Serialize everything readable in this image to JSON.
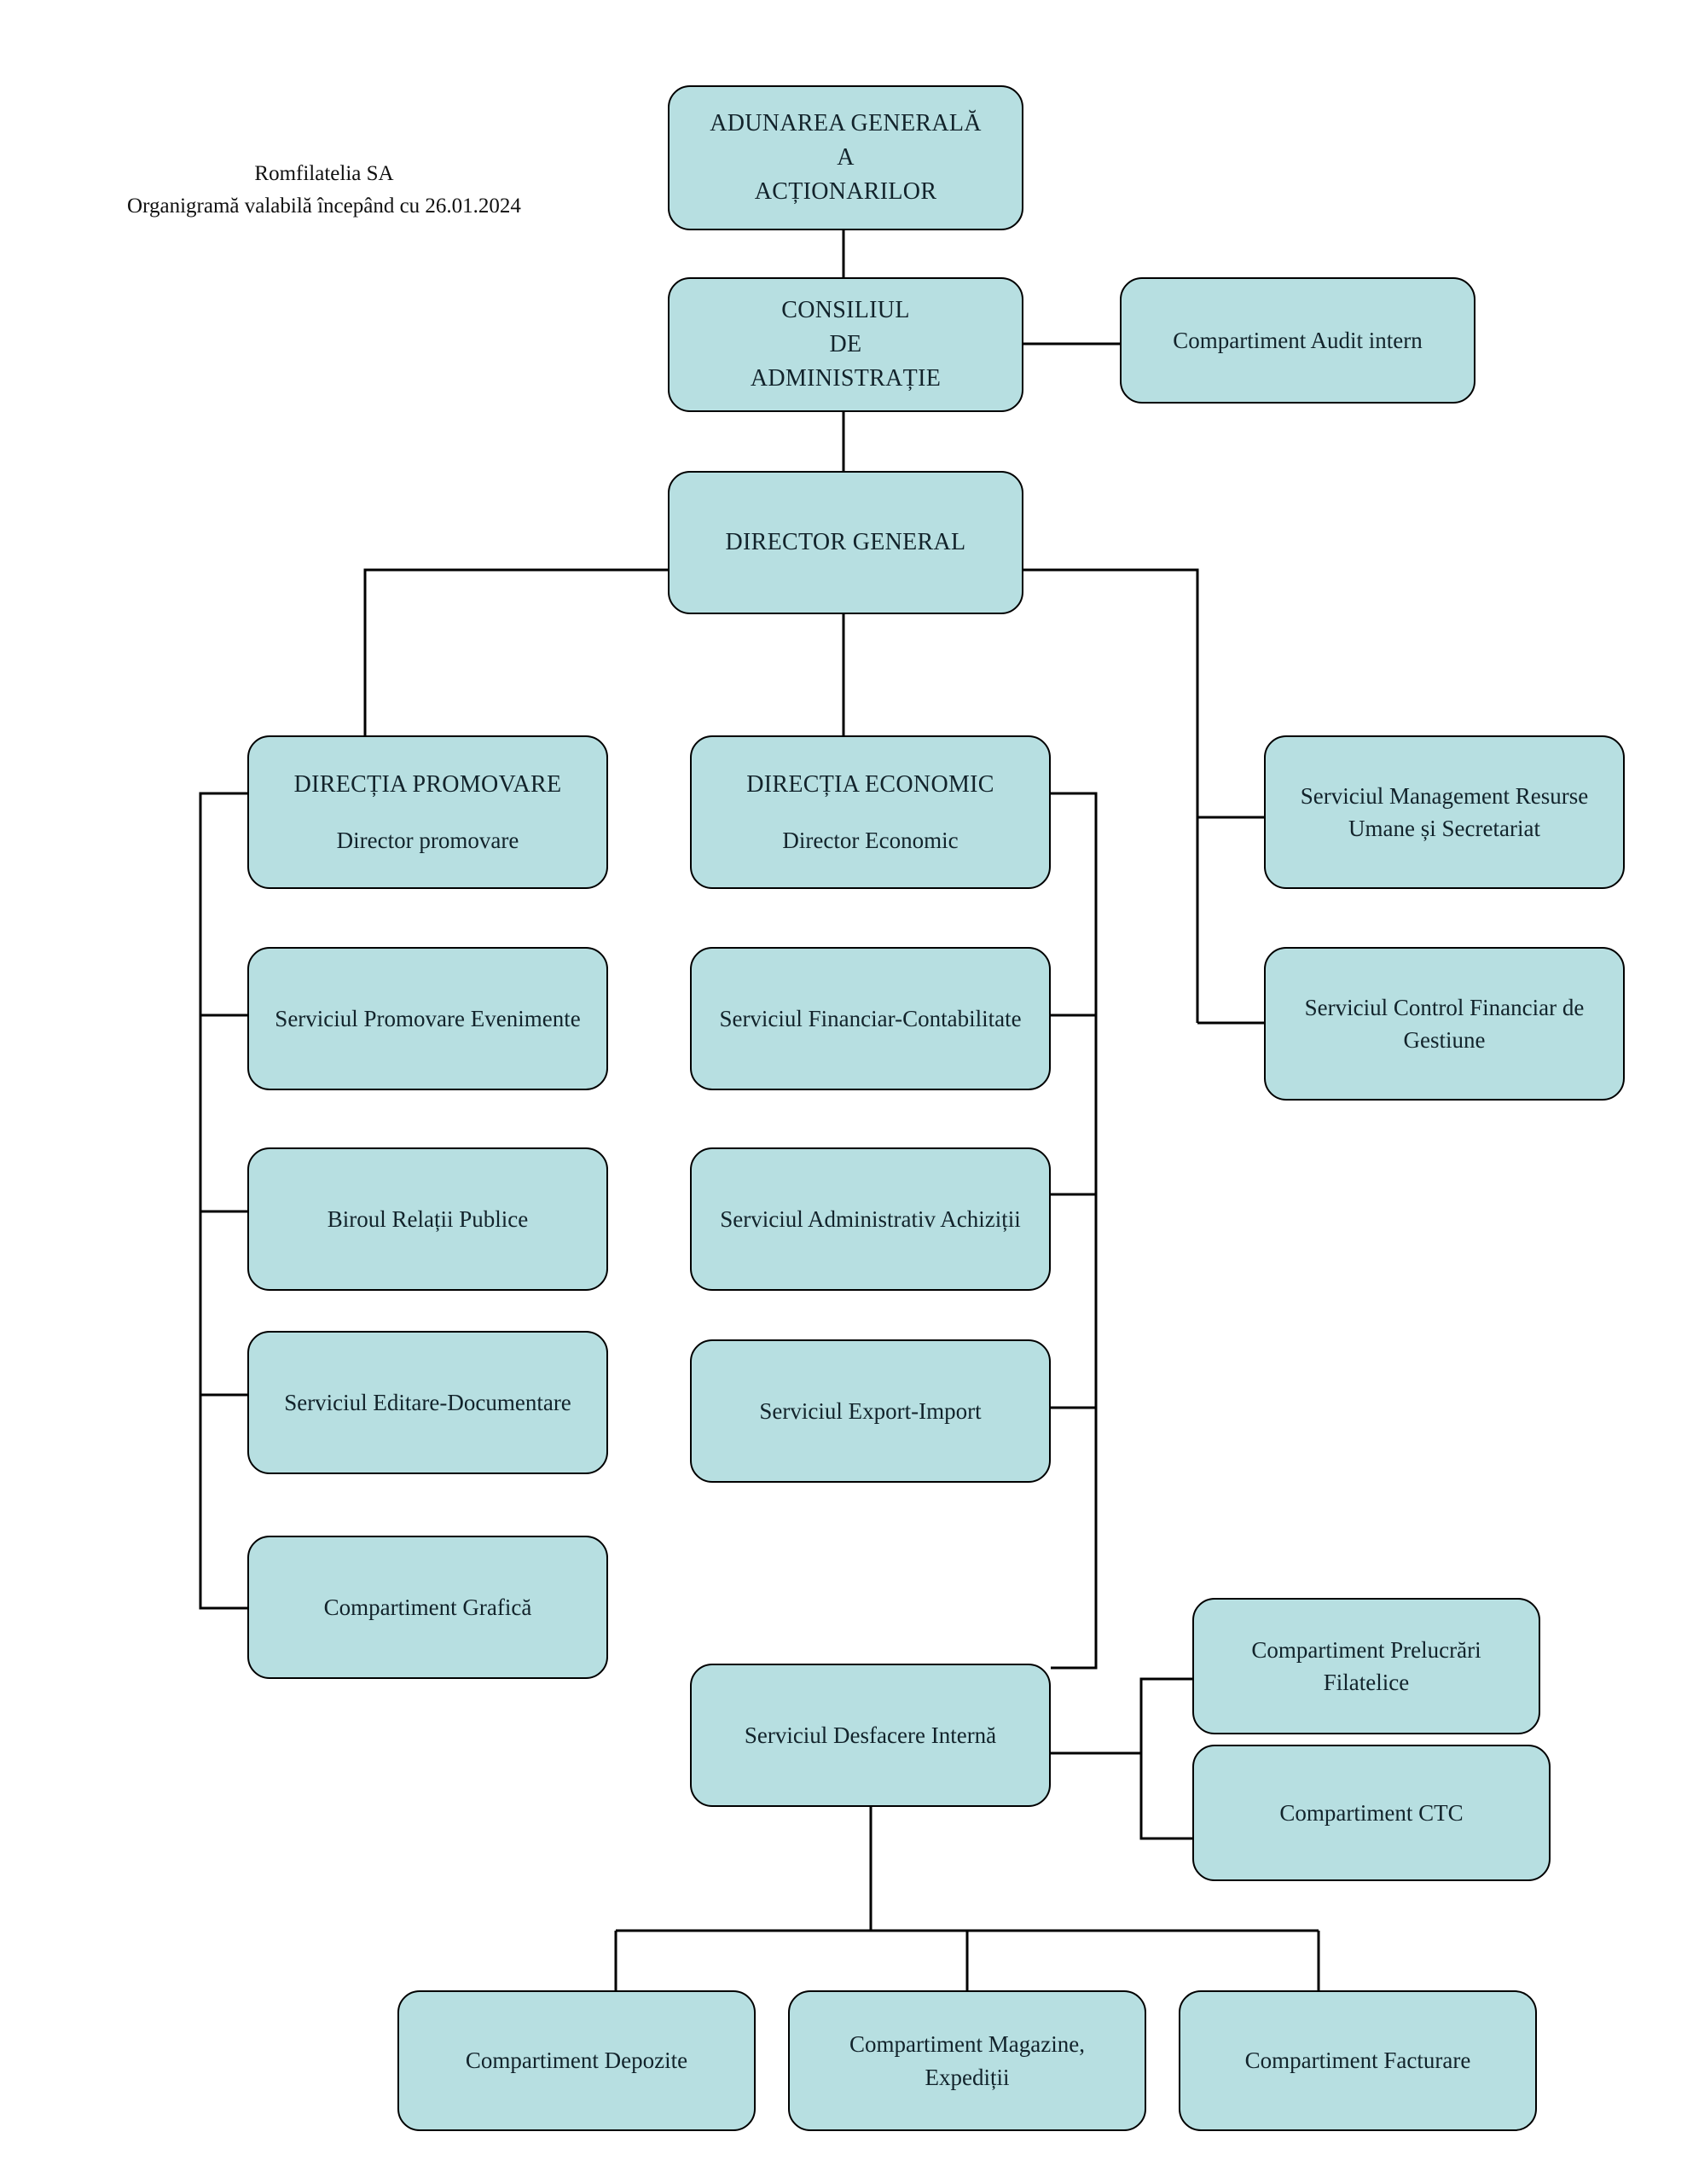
{
  "document": {
    "header_line1": "Romfilatelia SA",
    "header_line2": "Organigramă valabilă începând cu 26.01.2024"
  },
  "theme": {
    "node_fill": "#b7dfe1",
    "node_border": "#000000",
    "text_color": "#12232b",
    "page_background": "#ffffff"
  },
  "nodes": {
    "adunarea_generala": {
      "line1": "ADUNAREA GENERALĂ",
      "line2": "A",
      "line3": "ACȚIONARILOR"
    },
    "consiliul_administratie": {
      "line1": "CONSILIUL",
      "line2": "DE",
      "line3": "ADMINISTRAȚIE"
    },
    "audit_intern": {
      "line1": "Compartiment Audit intern"
    },
    "director_general": {
      "line1": "DIRECTOR  GENERAL"
    },
    "directia_promovare": {
      "line1": "DIRECȚIA PROMOVARE",
      "line2": "Director promovare"
    },
    "directia_economic": {
      "line1": "DIRECȚIA ECONOMIC",
      "line2": "Director Economic"
    },
    "mru_secretariat": {
      "line1": "Serviciul Management Resurse",
      "line2": "Umane și Secretariat"
    },
    "control_financiar": {
      "line1": "Serviciul Control Financiar de",
      "line2": "Gestiune"
    },
    "promovare_evenimente": {
      "line1": "Serviciul Promovare Evenimente"
    },
    "relatii_publice": {
      "line1": "Biroul Relații Publice"
    },
    "editare_documentare": {
      "line1": "Serviciul Editare-Documentare"
    },
    "grafica": {
      "line1": "Compartiment Grafică"
    },
    "financiar_contabilitate": {
      "line1": "Serviciul Financiar-Contabilitate"
    },
    "administrativ_achizitii": {
      "line1": "Serviciul Administrativ Achiziții"
    },
    "export_import": {
      "line1": "Serviciul Export-Import"
    },
    "desfacere_interna": {
      "line1": "Serviciul Desfacere Internă"
    },
    "prelucrari_filatelice": {
      "line1": "Compartiment Prelucrări",
      "line2": "Filatelice"
    },
    "ctc": {
      "line1": "Compartiment CTC"
    },
    "depozite": {
      "line1": "Compartiment Depozite"
    },
    "magazine_expeditii": {
      "line1": "Compartiment Magazine,",
      "line2": "Expediții"
    },
    "facturare": {
      "line1": "Compartiment Facturare"
    }
  }
}
